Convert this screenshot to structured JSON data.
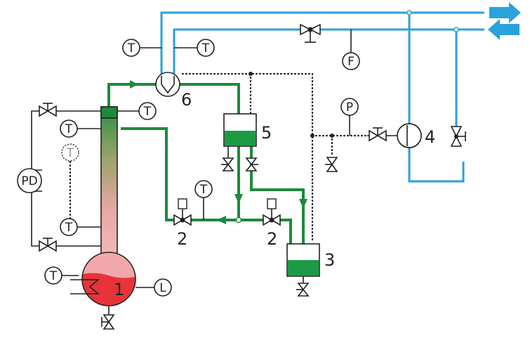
{
  "colors": {
    "process_line": "#1e8a3c",
    "cooling_water": "#2aa2db",
    "liquid_green": "#1e9a46",
    "bottoms_red": "#e8333a",
    "bottoms_pink": "#f2a7ab",
    "column_pink": "#f3b7b8"
  },
  "instruments": {
    "T": "T",
    "F": "F",
    "P": "P",
    "L": "L",
    "PD": "PD"
  },
  "units": {
    "still": "1",
    "valve_a": "2",
    "valve_b": "2",
    "receiver": "3",
    "pump": "4",
    "reflux_drum": "5",
    "condenser": "6"
  },
  "icons": {
    "supply": "arrow-right-icon",
    "return": "arrow-left-icon"
  }
}
